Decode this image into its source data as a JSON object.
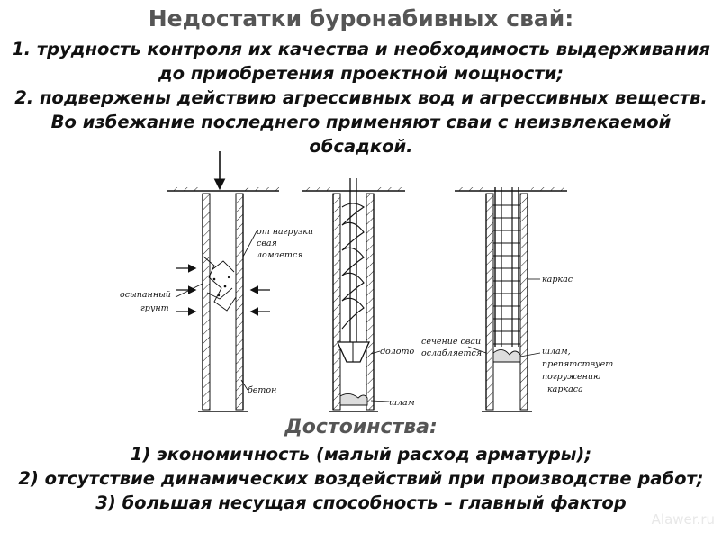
{
  "title": "Недостатки буронабивных свай:",
  "disadvantages": [
    "1. трудность контроля их качества и необходимость выдерживания до приобретения проектной мощности;",
    "2. подвержены действию агрессивных вод и агрессивных веществ. Во избежание последнего применяют сваи с неизвлекаемой обсадкой."
  ],
  "diagram": {
    "pile1": {
      "label_load_l1": "от нагрузки",
      "label_load_l2": "свая",
      "label_load_l3": "ломается",
      "label_soil_l1": "осыпанный",
      "label_soil_l2": "грунт",
      "label_concrete": "бетон"
    },
    "pile2": {
      "label_bit": "долото",
      "label_sludge": "шлам"
    },
    "pile3": {
      "label_section_l1": "сечение сваи",
      "label_section_l2": "ослабляется",
      "label_frame": "каркас",
      "label_sludge_l1": "шлам,",
      "label_sludge_l2": "препятствует",
      "label_sludge_l3": "погружению",
      "label_sludge_l4": "каркаса"
    }
  },
  "advantages_heading": "Достоинства:",
  "advantages": [
    "1) экономичность (малый расход арматуры);",
    "2) отсутствие динамических воздействий при производстве работ;",
    "3) большая несущая способность – главный фактор"
  ],
  "watermark": "Alawer.ru"
}
